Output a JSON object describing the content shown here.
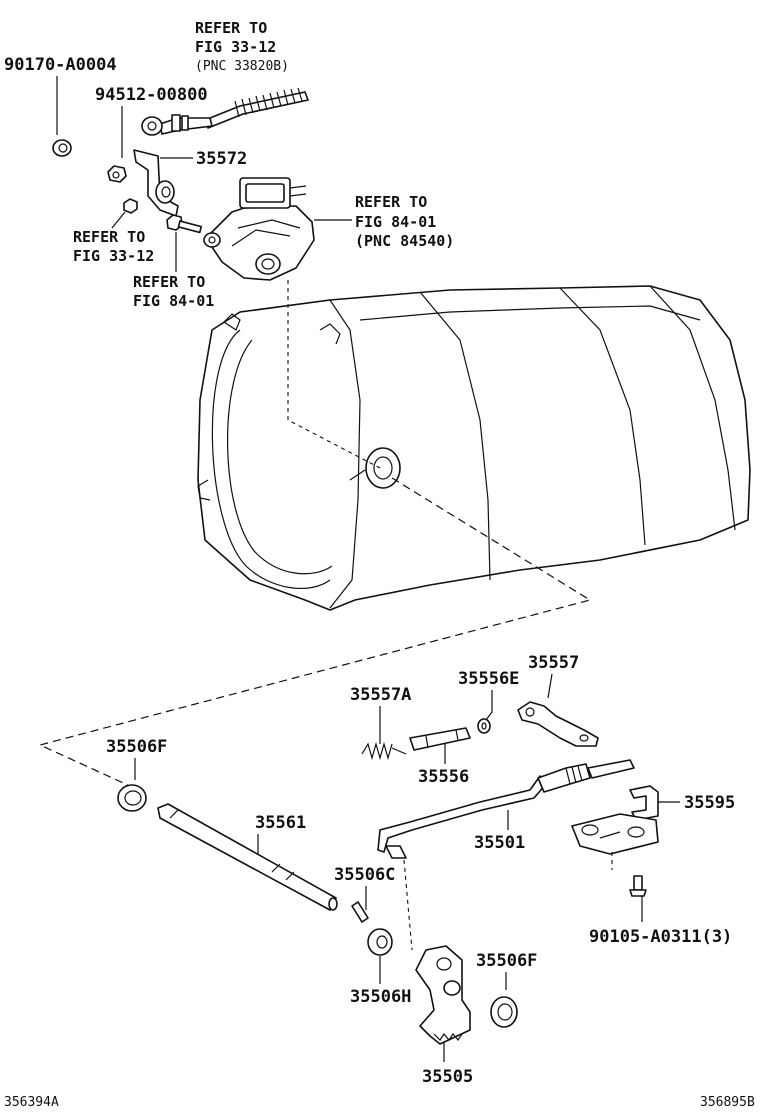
{
  "labels": {
    "p90170": "90170-A0004",
    "p94512": "94512-00800",
    "p35572": "35572",
    "p35557A": "35557A",
    "p35556E": "35556E",
    "p35557": "35557",
    "p35506F_a": "35506F",
    "p35556": "35556",
    "p35595": "35595",
    "p35561": "35561",
    "p35501": "35501",
    "p35506C": "35506C",
    "p90105": "90105-A0311(3)",
    "p35506F_b": "35506F",
    "p35506H": "35506H",
    "p35505": "35505"
  },
  "refs": {
    "fig3312_top": {
      "line1": "REFER TO",
      "line2": "FIG 33-12",
      "line3": "(PNC 33820B)"
    },
    "fig8401_right": {
      "line1": "REFER TO",
      "line2": "FIG 84-01",
      "line3": "(PNC 84540)"
    },
    "fig3312_left": {
      "line1": "REFER TO",
      "line2": "FIG 33-12"
    },
    "fig8401_bottom": {
      "line1": "REFER TO",
      "line2": "FIG 84-01"
    }
  },
  "footer": {
    "left_code": "356394A",
    "right_code": "356895B"
  }
}
